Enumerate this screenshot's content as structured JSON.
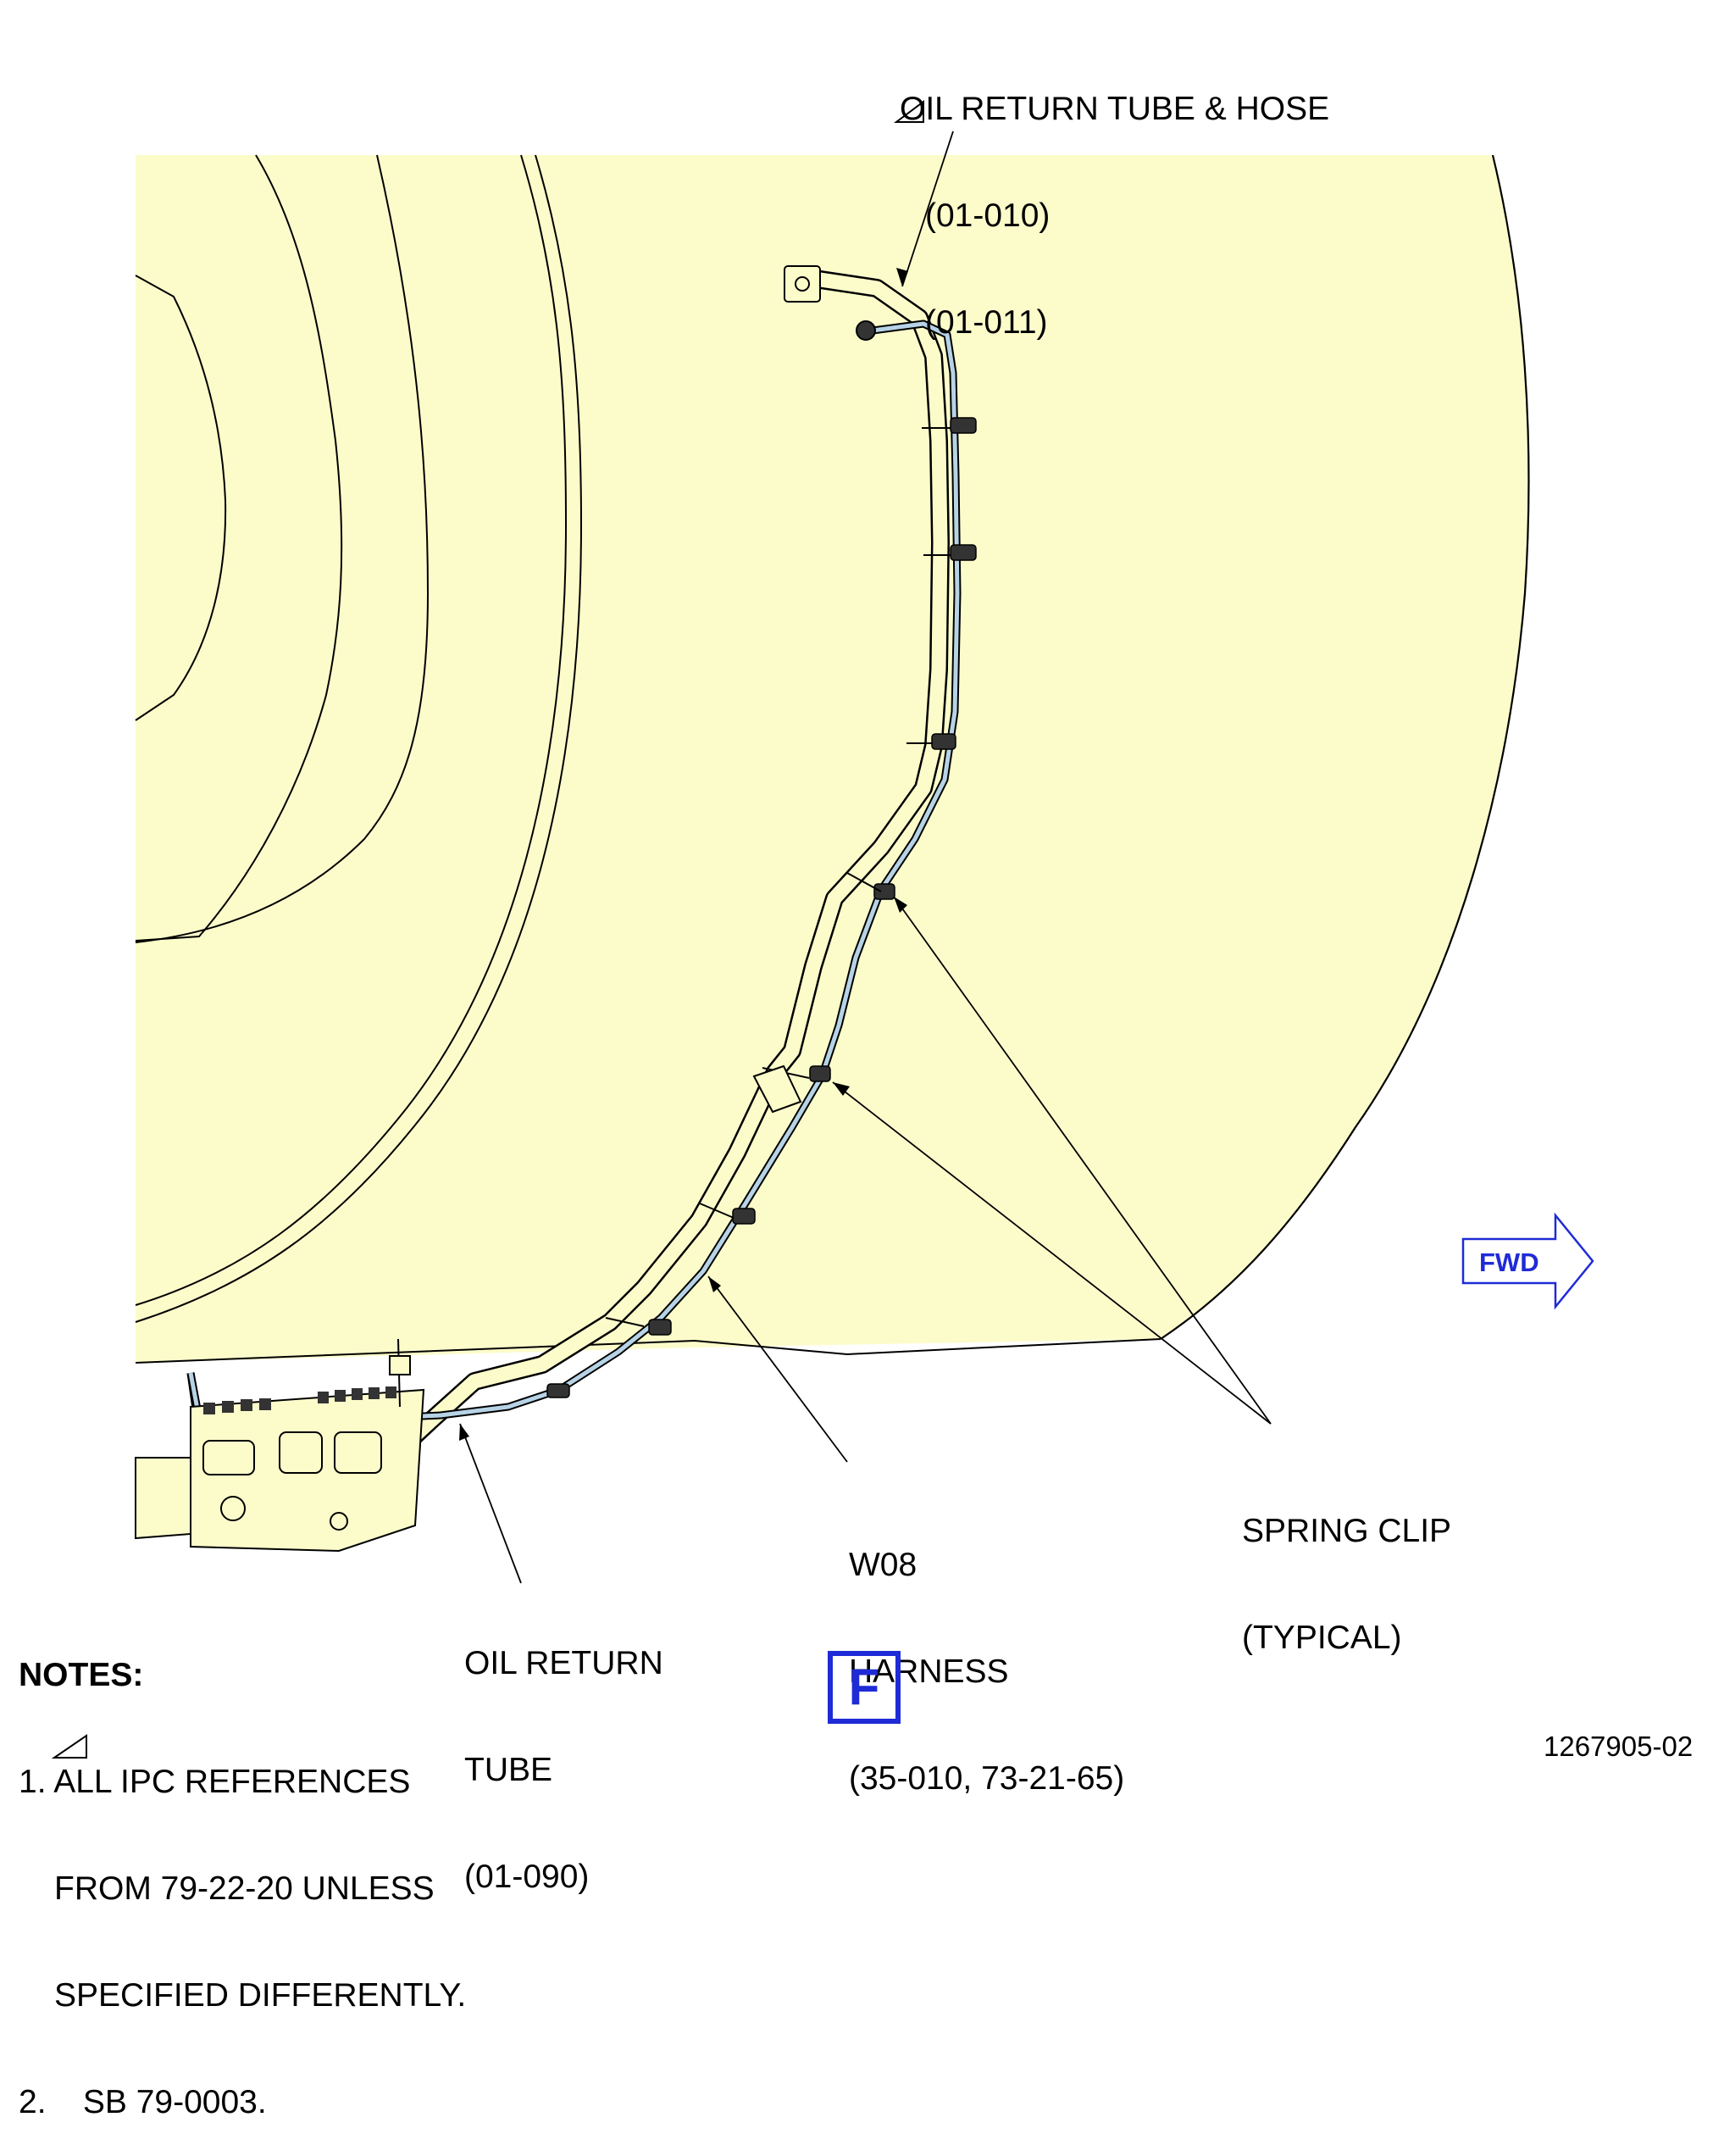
{
  "labels": {
    "oil_return_tube_hose": {
      "line1": "OIL RETURN TUBE & HOSE",
      "line2": "(01-010)",
      "line3": "(01-011)"
    },
    "spring_clip": {
      "line1": "SPRING CLIP",
      "line2": "(TYPICAL)"
    },
    "w08_harness": {
      "line1": "W08",
      "line2": "HARNESS",
      "line3": "(35-010, 73-21-65)"
    },
    "oil_return_tube": {
      "line1": "OIL RETURN",
      "line2": "TUBE",
      "line3": "(01-090)"
    }
  },
  "fwd_arrow": {
    "text": "FWD"
  },
  "view_letter": "F",
  "notes": {
    "title": "NOTES:",
    "item1_line1": "1. ALL IPC REFERENCES",
    "item1_line2": "FROM 79-22-20 UNLESS",
    "item1_line3": "SPECIFIED DIFFERENTLY.",
    "item2": "2.    SB 79-0003."
  },
  "figure_id": "1267905-02",
  "colors": {
    "engine_fill": "#fcfccb",
    "harness": "#b7d3e6",
    "blue_accent": "#1f2bd6",
    "line": "#000000"
  }
}
